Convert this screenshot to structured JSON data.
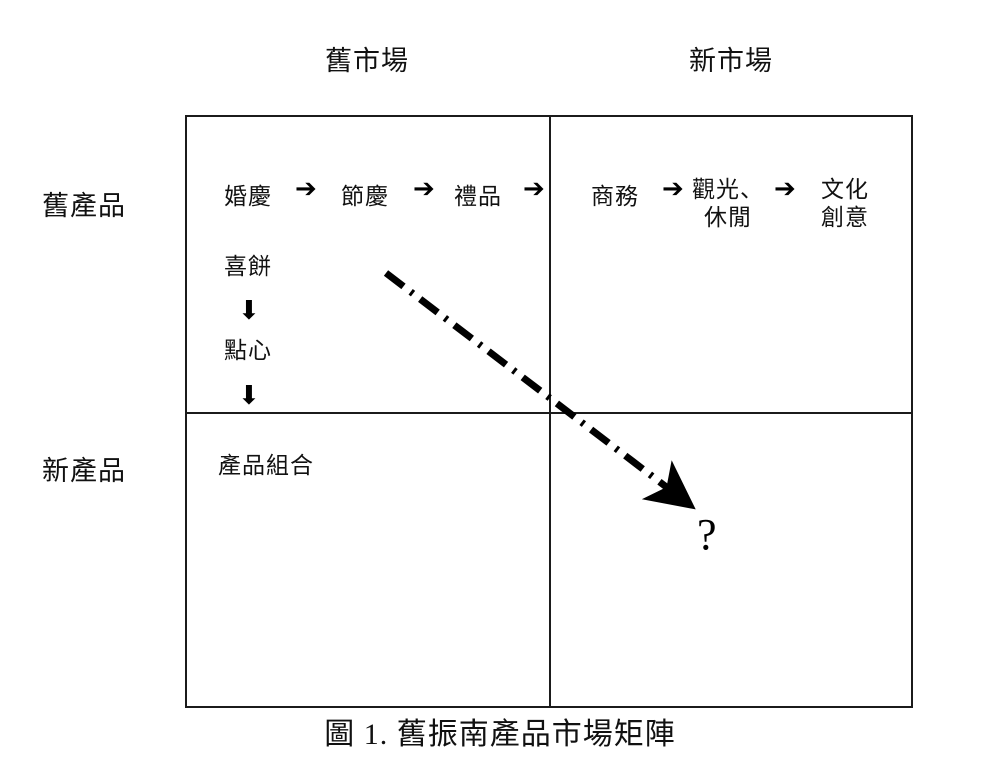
{
  "figure": {
    "caption": "圖 1. 舊振南產品市場矩陣"
  },
  "axes": {
    "columns": [
      {
        "id": "old-market",
        "label": "舊市場"
      },
      {
        "id": "new-market",
        "label": "新市場"
      }
    ],
    "rows": [
      {
        "id": "old-product",
        "label": "舊產品"
      },
      {
        "id": "new-product",
        "label": "新產品"
      }
    ]
  },
  "quadrants": {
    "old_product_old_market": {
      "horizontal_chain": [
        {
          "label": "婚慶"
        },
        {
          "label": "節慶"
        },
        {
          "label": "禮品"
        }
      ],
      "vertical_chain": [
        {
          "label": "喜餅"
        },
        {
          "label": "點心"
        }
      ]
    },
    "old_product_new_market": {
      "horizontal_chain": [
        {
          "label": "商務"
        },
        {
          "label": "觀光、\n休閒"
        },
        {
          "label": "文化\n創意"
        }
      ]
    },
    "new_product_old_market": {
      "items": [
        {
          "label": "產品組合"
        }
      ]
    },
    "new_product_new_market": {
      "marker": "?"
    }
  },
  "connectors": {
    "arrow_right_glyph": "➔",
    "arrow_down_glyph": "⬇",
    "diagonal": {
      "style": "dash-dot",
      "from_quadrant": "old_product_old_market",
      "to_quadrant": "new_product_new_market",
      "color": "#000000"
    }
  },
  "colors": {
    "line": "#1b1b1b",
    "text": "#111111",
    "background": "#ffffff"
  }
}
